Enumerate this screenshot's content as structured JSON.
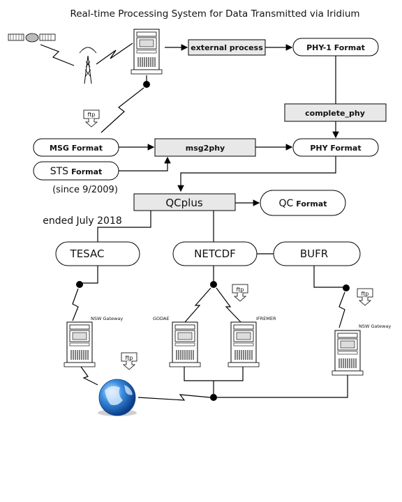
{
  "title": "Real-time Processing System for Data Transmitted via Iridium",
  "nodes": {
    "external_process": "external process",
    "phy1_format": "PHY-1 Format",
    "complete_phy": "complete_phy",
    "msg_format": "MSG Format",
    "msg2phy": "msg2phy",
    "phy_format": "PHY Format",
    "sts_main": "STS",
    "sts_sub": "Format",
    "since_note": "(since 9/2009)",
    "qcplus": "QCplus",
    "qc_main": "QC",
    "qc_sub": "Format",
    "ended_note": "ended July 2018",
    "tesac": "TESAC",
    "netcdf": "NETCDF",
    "bufr": "BUFR"
  },
  "labels": {
    "ftp": "ftp",
    "nsw_gateway": "NSW Gateway",
    "godae": "GODAE",
    "ifremer": "IFREMER"
  },
  "colors": {
    "box_fill": "#e8e8e8",
    "globe_blue": "#1d6fd1",
    "line": "#000000"
  }
}
